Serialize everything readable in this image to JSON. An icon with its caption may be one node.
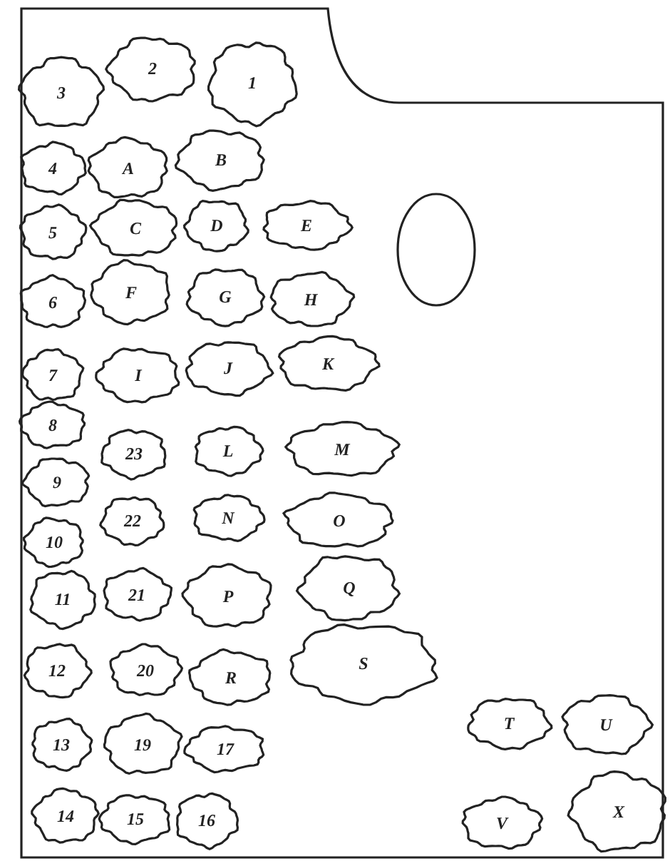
{
  "diagram": {
    "nodes": [
      {
        "text": [
          "3"
        ]
      },
      {
        "text": [
          "2"
        ]
      },
      {
        "text": [
          "1"
        ]
      },
      {
        "text": [
          "4"
        ]
      },
      {
        "text": [
          "A"
        ]
      },
      {
        "text": [
          "B"
        ]
      },
      {
        "text": [],
        "shape": "oval"
      },
      {
        "text": [
          "5"
        ]
      },
      {
        "text": [
          "C"
        ]
      },
      {
        "text": [
          "D"
        ]
      },
      {
        "text": [
          "E"
        ]
      },
      {
        "text": [
          "6"
        ]
      },
      {
        "text": [
          "F"
        ]
      },
      {
        "text": [
          "G"
        ]
      },
      {
        "text": [
          "H"
        ]
      },
      {
        "text": [
          "7"
        ]
      },
      {
        "text": [
          "I"
        ]
      },
      {
        "text": [
          "J"
        ]
      },
      {
        "text": [
          "K"
        ]
      },
      {
        "text": [
          "8"
        ]
      },
      {
        "text": [
          "23"
        ]
      },
      {
        "text": [
          "L"
        ]
      },
      {
        "text": [
          "M"
        ]
      },
      {
        "text": [
          "9"
        ]
      },
      {
        "text": [
          "22"
        ]
      },
      {
        "text": [
          "N"
        ]
      },
      {
        "text": [
          "O"
        ]
      },
      {
        "text": [
          "10"
        ]
      },
      {
        "text": [
          "11"
        ]
      },
      {
        "text": [
          "21"
        ]
      },
      {
        "text": [
          "P"
        ]
      },
      {
        "text": [
          "Q"
        ]
      },
      {
        "text": [
          "12"
        ]
      },
      {
        "text": [
          "20"
        ]
      },
      {
        "text": [
          "R"
        ]
      },
      {
        "text": [
          "S"
        ]
      },
      {
        "text": [
          "13"
        ]
      },
      {
        "text": [
          "19"
        ]
      },
      {
        "text": [
          "17"
        ]
      },
      {
        "text": [
          "T"
        ]
      },
      {
        "text": [
          "U"
        ]
      },
      {
        "text": [
          "14"
        ]
      },
      {
        "text": [
          "15"
        ]
      },
      {
        "text": [
          "16"
        ]
      },
      {
        "text": [
          "V"
        ]
      },
      {
        "text": [
          "X"
        ]
      }
    ]
  }
}
